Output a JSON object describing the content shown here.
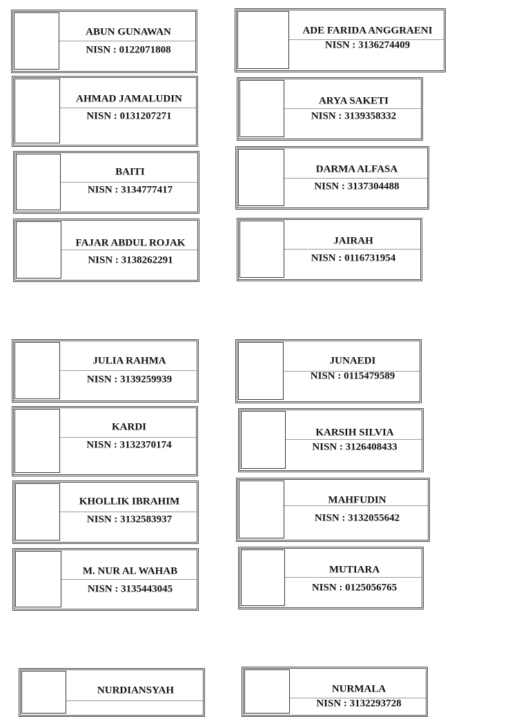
{
  "cards": [
    {
      "name": "ABUN GUNAWAN",
      "nisn": "NISN : 0122071808"
    },
    {
      "name": "AHMAD JAMALUDIN",
      "nisn": "NISN : 0131207271"
    },
    {
      "name": "BAITI",
      "nisn": "NISN : 3134777417"
    },
    {
      "name": "FAJAR ABDUL ROJAK",
      "nisn": "NISN : 3138262291"
    },
    {
      "name": "ADE FARIDA ANGGRAENI",
      "nisn": "NISN : 3136274409"
    },
    {
      "name": "ARYA SAKETI",
      "nisn": "NISN : 3139358332"
    },
    {
      "name": "DARMA ALFASA",
      "nisn": "NISN : 3137304488"
    },
    {
      "name": "JAIRAH",
      "nisn": "NISN : 0116731954"
    },
    {
      "name": "JULIA RAHMA",
      "nisn": "NISN : 3139259939"
    },
    {
      "name": "KARDI",
      "nisn": "NISN : 3132370174"
    },
    {
      "name": "KHOLLIK IBRAHIM",
      "nisn": "NISN : 3132583937"
    },
    {
      "name": "M. NUR AL WAHAB",
      "nisn": "NISN : 3135443045"
    },
    {
      "name": "JUNAEDI",
      "nisn": "NISN : 0115479589"
    },
    {
      "name": "KARSIH SILVIA",
      "nisn": "NISN : 3126408433"
    },
    {
      "name": "MAHFUDIN",
      "nisn": "NISN : 3132055642"
    },
    {
      "name": "MUTIARA",
      "nisn": "NISN : 0125056765"
    },
    {
      "name": "NURDIANSYAH"
    },
    {
      "name": "NURMALA",
      "nisn": "NISN : 3132293728"
    }
  ]
}
